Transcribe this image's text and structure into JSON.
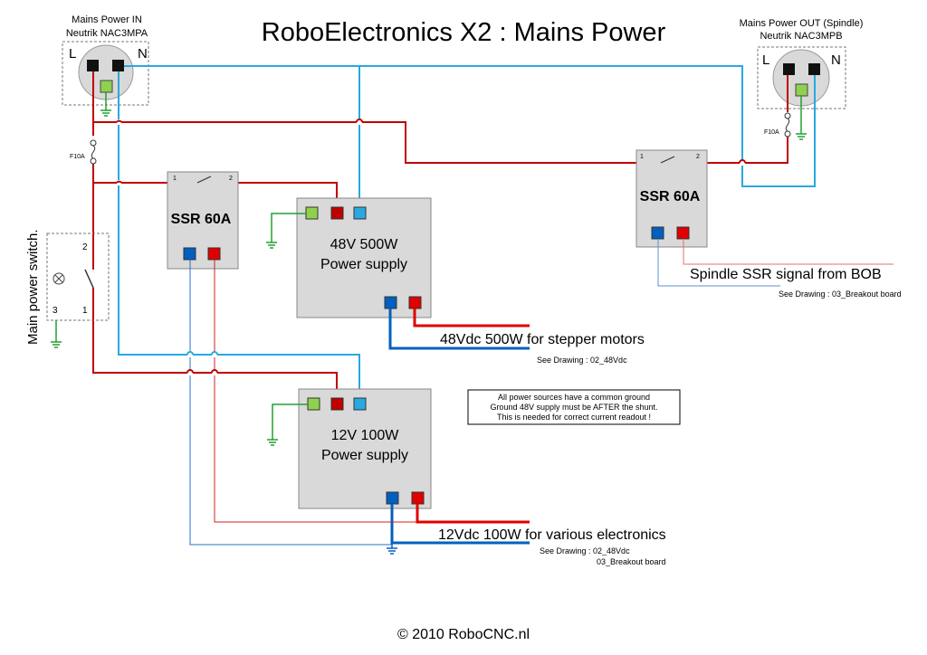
{
  "title": "RoboElectronics X2 : Mains Power",
  "connector_in": {
    "title": "Mains Power IN",
    "model": "Neutrik NAC3MPA",
    "pin_l": "L",
    "pin_n": "N"
  },
  "connector_out": {
    "title": "Mains Power OUT (Spindle)",
    "model": "Neutrik NAC3MPB",
    "pin_l": "L",
    "pin_n": "N"
  },
  "fuse_left": "F10A",
  "fuse_right": "F10A",
  "switch": {
    "label": "Main power switch.",
    "pin_2": "2",
    "pin_3": "3",
    "pin_1": "1"
  },
  "ssr_left": {
    "label": "SSR 60A",
    "pin_1": "1",
    "pin_2": "2"
  },
  "ssr_right": {
    "label": "SSR 60A",
    "pin_1": "1",
    "pin_2": "2"
  },
  "psu_48": {
    "line1": "48V 500W",
    "line2": "Power supply"
  },
  "psu_12": {
    "line1": "12V 100W",
    "line2": "Power supply"
  },
  "spindle_signal": {
    "label": "Spindle SSR signal from BOB",
    "ref": "See Drawing : 03_Breakout board"
  },
  "out_48": {
    "label": "48Vdc 500W for stepper motors",
    "ref": "See Drawing : 02_48Vdc"
  },
  "out_12": {
    "label": "12Vdc 100W for various electronics",
    "ref1": "See Drawing : 02_48Vdc",
    "ref2": "03_Breakout board"
  },
  "note": {
    "line1": "All power sources have a common ground",
    "line2": "Ground 48V supply must be AFTER the shunt.",
    "line3": "This is needed for correct current readout !"
  },
  "footer": "© 2010 RoboCNC.nl",
  "colors": {
    "live": "#c00000",
    "neutral": "#29a9e0",
    "earth": "#20a030",
    "dc_negative": "#0060c0",
    "dc_positive": "#e00000",
    "box_fill": "#d9d9d9"
  }
}
